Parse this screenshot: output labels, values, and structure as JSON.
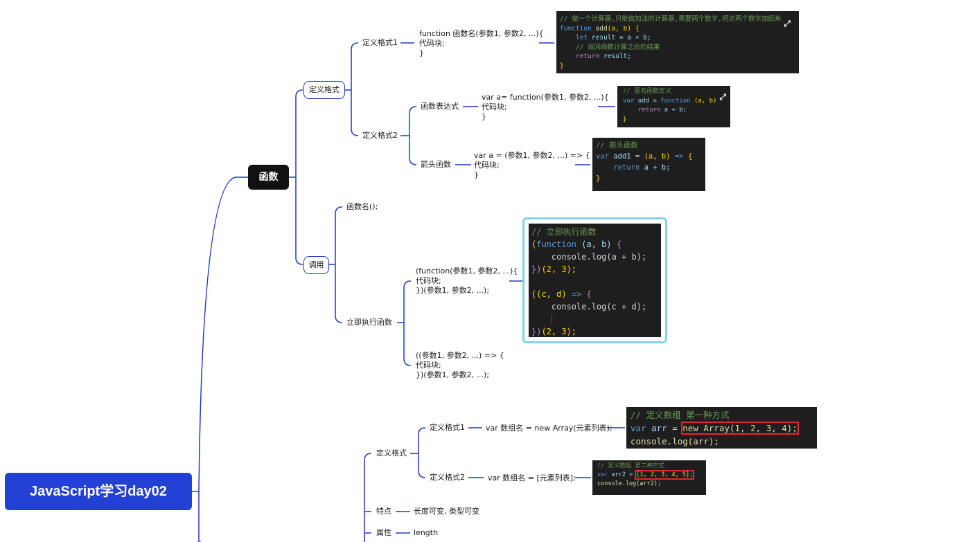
{
  "root": {
    "title": "JavaScript学习day02"
  },
  "functions": {
    "title": "函数",
    "define": {
      "label": "定义格式",
      "format1": {
        "label": "定义格式1",
        "syntax": [
          "function  函数名(参数1, 参数2, ...){",
          "    代码块;",
          "}"
        ],
        "code": {
          "comment": "// 做一个计算器,只能做加法的计算器,需要两个数字,把这两个数字加起来",
          "l1_kw": "function",
          "l1_name": "add",
          "l1_rest": "(a, b) {",
          "l2_kw": "let",
          "l2_rest": "result = a + b;",
          "comment2": "// 返回函数计算之后的结果",
          "l4_kw": "return",
          "l4_rest": "result;",
          "close": "}"
        }
      },
      "format2": {
        "label": "定义格式2",
        "expression": {
          "label": "函数表达式",
          "syntax": [
            "var  a= function(参数1, 参数2, ...){",
            "    代码块;",
            "}"
          ],
          "code": {
            "comment": "// 匿名函数定义",
            "l1_kw": "var",
            "l1_name": "add",
            "l1_eq": "=",
            "l1_fn": "function",
            "l1_rest": "(a, b)",
            "l2_kw": "return",
            "l2_rest": "a + b;",
            "close": "}"
          }
        },
        "arrow": {
          "label": "箭头函数",
          "syntax": [
            "var a = (参数1, 参数2, ...) => {",
            "    代码块;",
            "}"
          ],
          "code": {
            "comment": "// 箭头函数",
            "l1_kw": "var",
            "l1_name": "add1",
            "l1_eq": "=",
            "l1_params": "(a, b)",
            "l1_arrow": "=>",
            "l1_brace": "{",
            "l2_kw": "return",
            "l2_rest": "a + b;",
            "close": "}"
          }
        }
      }
    },
    "call": {
      "label": "调用",
      "simple": "函数名();",
      "iife": {
        "label": "立即执行函数",
        "syntax1": [
          "(function(参数1, 参数2, ...){",
          "    代码块;",
          "})(参数1, 参数2, ...);"
        ],
        "syntax2": [
          "((参数1, 参数2, ...) => {",
          "    代码块;",
          "})(参数1, 参数2, ...);"
        ],
        "code": {
          "comment": "// 立即执行函数",
          "l1_open": "(",
          "l1_kw": "function",
          "l1_rest": "(a, b)",
          "l1_brace": "{",
          "l2": "console.log(a + b);",
          "l3_close": "})",
          "l3_args": "(2, 3);",
          "l4_params": "((c, d)",
          "l4_arrow": "=>",
          "l4_brace": "{",
          "l5": "console.log(c + d);",
          "l7_close": "})",
          "l7_args": "(2, 3);"
        }
      }
    }
  },
  "arrays": {
    "define": {
      "label": "定义格式",
      "format1": {
        "label": "定义格式1",
        "syntax": "var 数组名 = new Array(元素列表);",
        "code": {
          "comment": "// 定义数组 第一种方式",
          "l1_kw": "var",
          "l1_name": "arr",
          "l1_eq": "=",
          "l1_hl": "new Array(1, 2, 3, 4);",
          "l2": "console.log(arr);"
        }
      },
      "format2": {
        "label": "定义格式2",
        "syntax": "var 数组名 = [元素列表];",
        "code": {
          "comment": "// 定义数组 第二种方式",
          "l1_kw": "var",
          "l1_name": "arr2",
          "l1_eq": "=",
          "l1_hl": "[1, 2, 3, 4, 5];",
          "l2": "console.log(arr2);"
        }
      }
    },
    "features": {
      "label": "特点",
      "value": "长度可变, 类型可变"
    },
    "props": {
      "label": "属性",
      "value": "length"
    }
  },
  "colors": {
    "line": "#1f38c8",
    "root": "#2340d4",
    "code_bg": "#1e1e1e",
    "highlight": "#e0282e",
    "iife_border": "#7fd3ee"
  },
  "icons": [
    "expand-icon"
  ]
}
